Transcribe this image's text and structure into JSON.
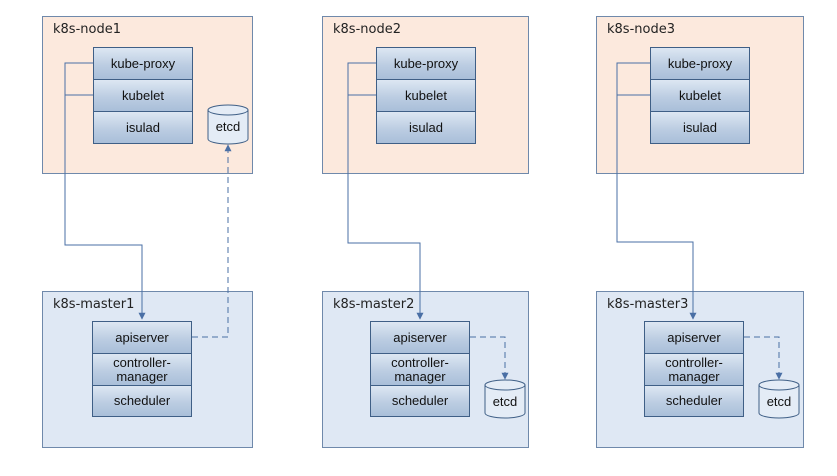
{
  "nodes": [
    {
      "title": "k8s-node1",
      "components": [
        "kube-proxy",
        "kubelet",
        "isulad"
      ],
      "has_etcd": true
    },
    {
      "title": "k8s-node2",
      "components": [
        "kube-proxy",
        "kubelet",
        "isulad"
      ],
      "has_etcd": false
    },
    {
      "title": "k8s-node3",
      "components": [
        "kube-proxy",
        "kubelet",
        "isulad"
      ],
      "has_etcd": false
    }
  ],
  "masters": [
    {
      "title": "k8s-master1",
      "components": [
        "apiserver",
        "controller-\nmanager",
        "scheduler"
      ],
      "has_etcd": false
    },
    {
      "title": "k8s-master2",
      "components": [
        "apiserver",
        "controller-\nmanager",
        "scheduler"
      ],
      "has_etcd": true
    },
    {
      "title": "k8s-master3",
      "components": [
        "apiserver",
        "controller-\nmanager",
        "scheduler"
      ],
      "has_etcd": true
    }
  ],
  "etcd_label": "etcd",
  "colors": {
    "node_fill": "#fce9dd",
    "master_fill": "#dfe8f4",
    "border": "#6f89ab",
    "connector": "#4a6fa5"
  }
}
